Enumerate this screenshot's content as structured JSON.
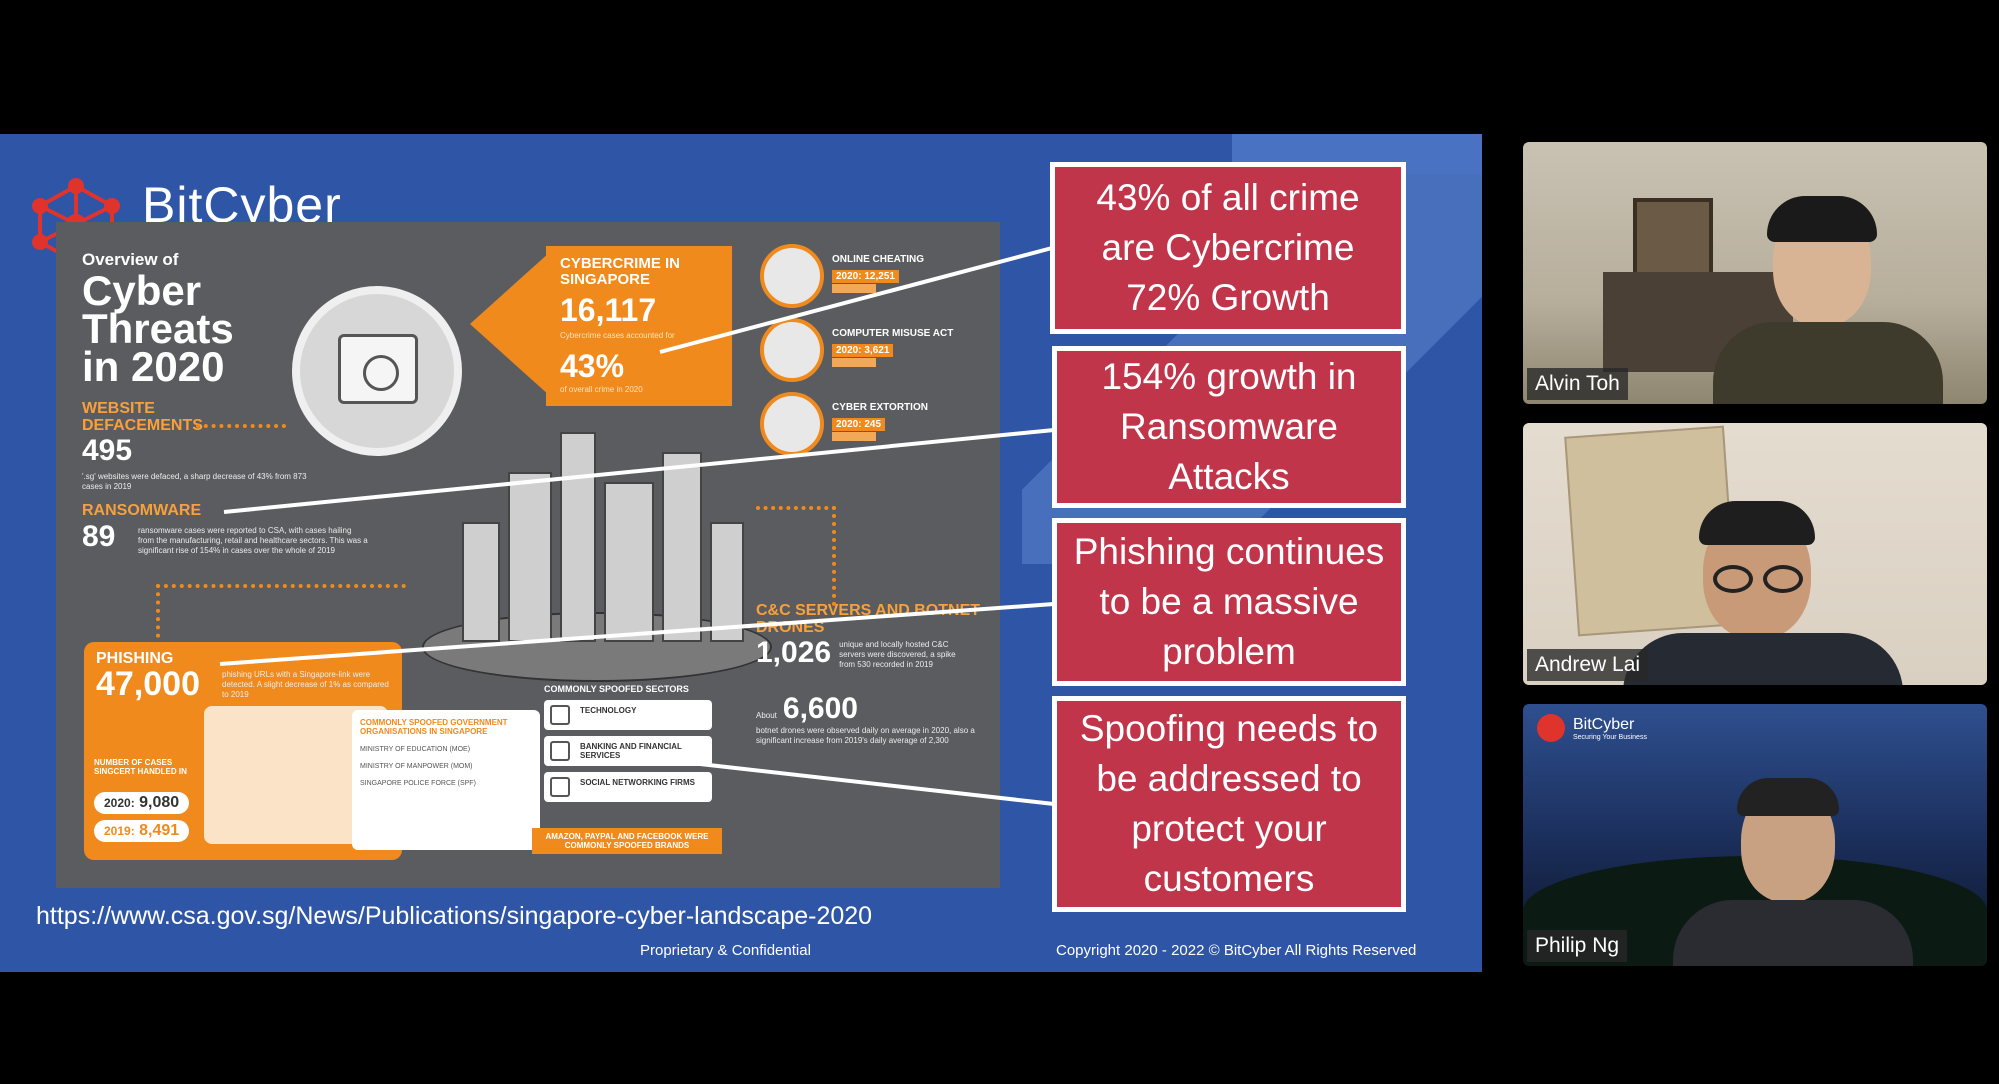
{
  "slide": {
    "brand_name": "BitCyber",
    "colors": {
      "background": "#2f55a6",
      "callout": "#c1354a",
      "accent_orange": "#f08a1c"
    },
    "infographic": {
      "overview_label": "Overview of",
      "title": "Cyber Threats in 2020",
      "cybercrime": {
        "heading": "CYBERCRIME IN SINGAPORE",
        "count": "16,117",
        "count_note": "Cybercrime cases accounted for",
        "share": "43%",
        "share_note": "of overall crime in 2020"
      },
      "online_cheating": {
        "label": "ONLINE CHEATING",
        "value_2020": "2020: 12,251"
      },
      "computer_misuse": {
        "label": "COMPUTER MISUSE ACT",
        "value_2020": "2020: 3,621"
      },
      "cyber_extortion": {
        "label": "CYBER EXTORTION",
        "value_2020": "2020: 245"
      },
      "website_defacements": {
        "heading": "WEBSITE DEFACEMENTS",
        "count": "495",
        "note": "'.sg' websites were defaced, a sharp decrease of 43% from 873 cases in 2019"
      },
      "ransomware": {
        "heading": "RANSOMWARE",
        "count": "89",
        "note": "ransomware cases were reported to CSA, with cases hailing from the manufacturing, retail and healthcare sectors. This was a significant rise of 154% in cases over the whole of 2019"
      },
      "cc_servers": {
        "heading": "C&C SERVERS AND BOTNET DRONES",
        "count": "1,026",
        "note": "unique and locally hosted C&C servers were discovered, a spike from 530 recorded in 2019"
      },
      "botnet": {
        "prefix": "About",
        "count": "6,600",
        "note": "botnet drones were observed daily on average in 2020, also a significant increase from 2019's daily average of 2,300"
      },
      "phishing": {
        "heading": "PHISHING",
        "count": "47,000",
        "note": "phishing URLs with a Singapore-link were detected. A slight decrease of 1% as compared to 2019",
        "cases_label": "NUMBER OF CASES SINGCERT HANDLED IN",
        "cases_2020_year": "2020:",
        "cases_2020": "9,080",
        "cases_2019_year": "2019:",
        "cases_2019": "8,491"
      },
      "gov_orgs": {
        "heading": "COMMONLY SPOOFED GOVERNMENT ORGANISATIONS IN SINGAPORE",
        "items": [
          "MINISTRY OF EDUCATION (MOE)",
          "MINISTRY OF MANPOWER (MOM)",
          "SINGAPORE POLICE FORCE (SPF)"
        ]
      },
      "sectors": {
        "heading": "COMMONLY SPOOFED SECTORS",
        "items": [
          "TECHNOLOGY",
          "BANKING AND FINANCIAL SERVICES",
          "SOCIAL NETWORKING FIRMS"
        ]
      },
      "brands_note": "AMAZON, PAYPAL AND FACEBOOK WERE COMMONLY SPOOFED BRANDS"
    },
    "callouts": [
      "43% of all crime are Cybercrime 72% Growth",
      "154% growth in Ransomware Attacks",
      "Phishing continues to be a massive problem",
      "Spoofing needs to be addressed to protect your customers"
    ],
    "source_url": "https://www.csa.gov.sg/News/Publications/singapore-cyber-landscape-2020",
    "footer_left": "Proprietary & Confidential",
    "footer_right": "Copyright 2020 - 2022 ©  BitCyber All Rights Reserved"
  },
  "participants": [
    {
      "name": "Alvin Toh"
    },
    {
      "name": "Andrew Lai"
    },
    {
      "name": "Philip Ng",
      "background_brand": "BitCyber",
      "background_tagline": "Securing Your Business"
    }
  ]
}
